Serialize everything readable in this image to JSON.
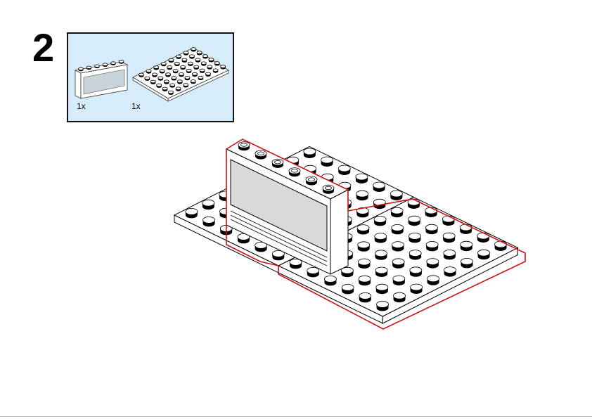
{
  "step": {
    "number": "2"
  },
  "parts": [
    {
      "qty": "1x",
      "icon": "window-1x6-icon"
    },
    {
      "qty": "1x",
      "icon": "plate-6x8-icon"
    }
  ],
  "colors": {
    "highlight": "#cc1111",
    "parts_bg": "#d7ecfa",
    "glass": "#d9d9d9"
  }
}
